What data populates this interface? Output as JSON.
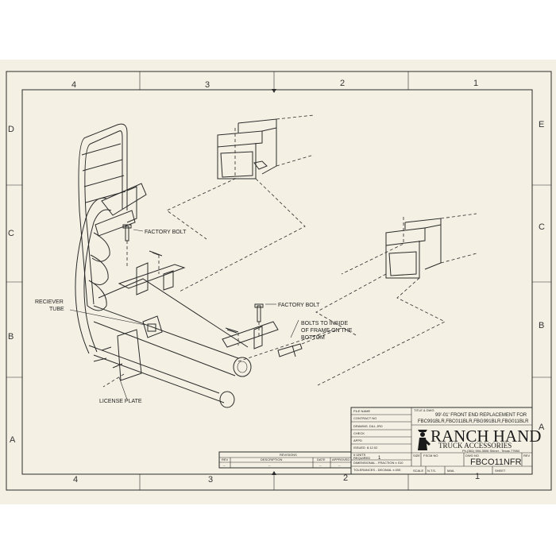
{
  "zones": {
    "top": [
      "4",
      "3",
      "2",
      "1"
    ],
    "bottom": [
      "4",
      "3",
      "2",
      "1"
    ],
    "left": [
      "D",
      "C",
      "B",
      "A"
    ],
    "right": [
      "E",
      "C",
      "B",
      "A"
    ]
  },
  "callouts": {
    "factory_bolt_1": "FACTORY BOLT",
    "factory_bolt_2": "FACTORY BOLT",
    "reciever_tube": [
      "RECIEVER",
      "TUBE"
    ],
    "bolts_to_inside": [
      "BOLTS TO INSIDE",
      "OF FRAME ON THE",
      "BOTTOM"
    ],
    "license_plate": "LICENSE PLATE"
  },
  "title_block": {
    "file_name_label": "FILE NAME",
    "contract_no_label": "CONTRACT NO",
    "drawn_label": "DRAWN",
    "drawn_value": "S. DILL JR0",
    "check_label": "CHECK",
    "appd_label": "APPD",
    "issued_label": "ISSUED",
    "issued_value": "8.12.02",
    "units_label": "# UNITS",
    "required_label": "REQUIRED",
    "required_value": "1",
    "dimensional_label": "DIMENSIONAL - FRACTION ± 010",
    "tolerances_label": "TOLERANCES - DECIMAL  ±.005",
    "title_label": "TITLE & DWG",
    "title_line1": "99'-01' FRONT END REPLACEMENT FOR",
    "title_line2": "FBC991BLR,FBC011BLR,FBG991BLR,FBG011BLR",
    "company_logo_main": "RANCH HAND",
    "company_logo_sub": "TRUCK ACCESSORIES",
    "company_address": "Ph.(361) 594-3506 Shiner , Texas 77984",
    "size_label": "SIZE",
    "fscm_label": "FSCM NO",
    "dwg_no_label": "DWG NO",
    "dwg_no_value": "FBCO11NFR",
    "rev_label": "REV",
    "scale_label": "SCALE",
    "scale_value": "N.T.S.",
    "mail_label": "MAIL",
    "sheet_label": "SHEET"
  },
  "revisions": {
    "title": "REVISIONS",
    "columns": [
      "REV",
      "DESCRIPTION",
      "DATE",
      "APPROVED"
    ],
    "row": [
      "--",
      "--",
      "--",
      "--"
    ]
  }
}
